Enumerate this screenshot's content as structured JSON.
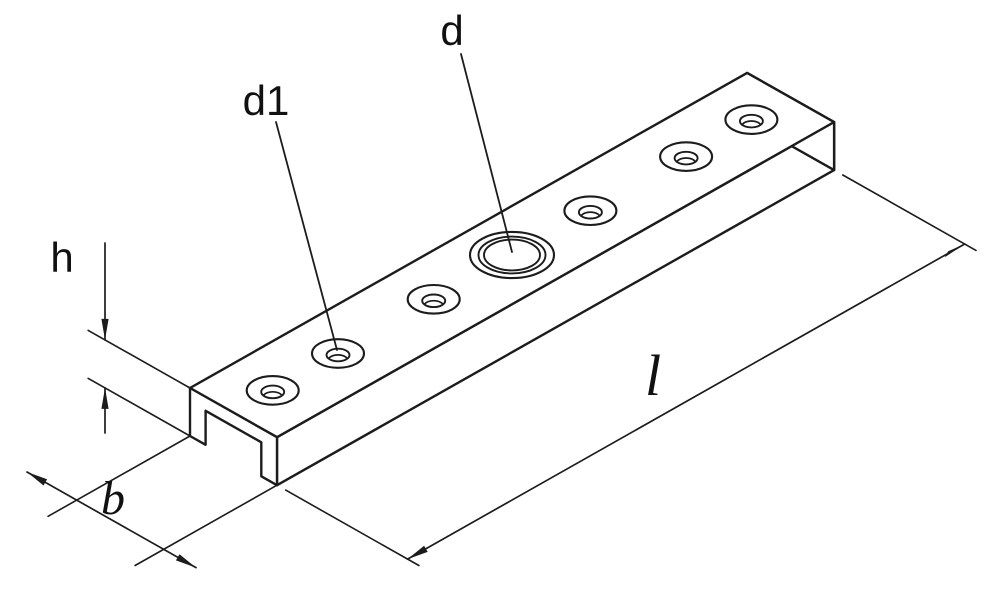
{
  "drawing": {
    "background_color": "#ffffff",
    "line_color": "#1c1c1c",
    "labels": {
      "large_hole_diameter": "d",
      "small_hole_diameter": "d1",
      "height": "h",
      "width": "b",
      "length": "l"
    }
  }
}
